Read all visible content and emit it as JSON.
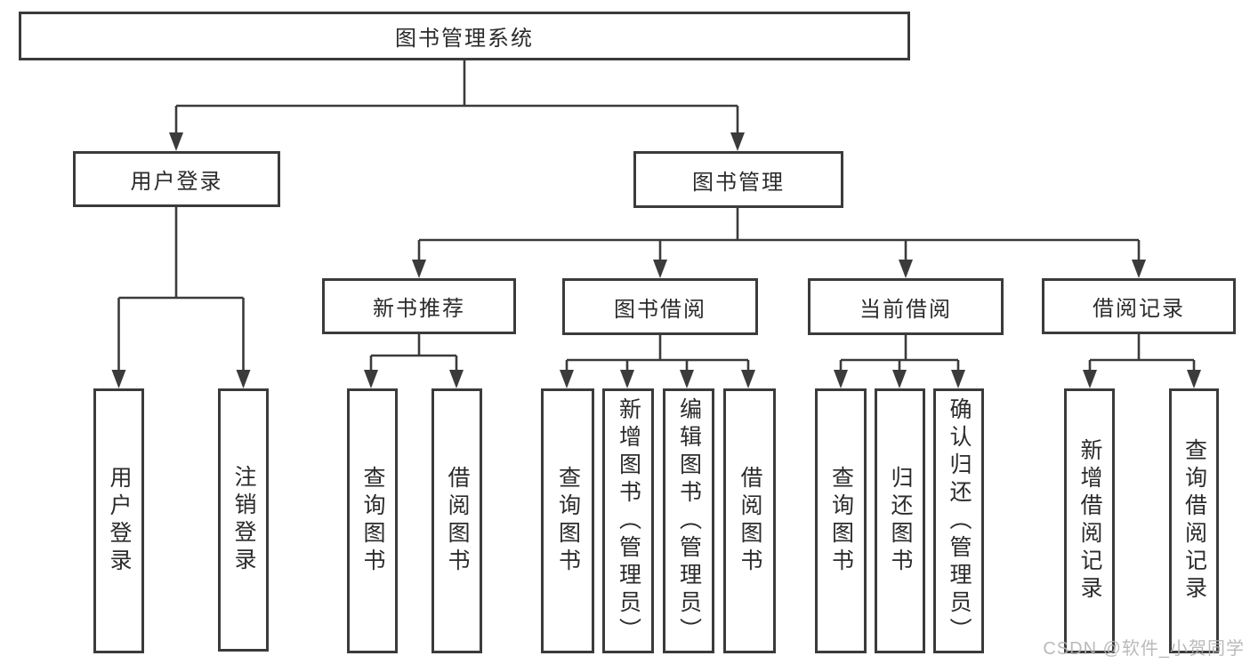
{
  "diagram": {
    "nodes": {
      "root": {
        "label": "图书管理系统"
      },
      "user_login": {
        "label": "用户登录"
      },
      "book_mgmt": {
        "label": "图书管理"
      },
      "new_book_rec": {
        "label": "新书推荐"
      },
      "book_borrow": {
        "label": "图书借阅"
      },
      "current_borrow": {
        "label": "当前借阅"
      },
      "borrow_record": {
        "label": "借阅记录"
      },
      "leaf_user_login": {
        "label": "用户登录"
      },
      "leaf_logout": {
        "label": "注销登录"
      },
      "nb_query": {
        "label": "查询图书"
      },
      "nb_borrow": {
        "label": "借阅图书"
      },
      "bb_query": {
        "label": "查询图书"
      },
      "bb_add": {
        "label": "新增图书（管理员）"
      },
      "bb_edit": {
        "label": "编辑图书（管理员）"
      },
      "bb_borrow": {
        "label": "借阅图书"
      },
      "cb_query": {
        "label": "查询图书"
      },
      "cb_return": {
        "label": "归还图书"
      },
      "cb_confirm": {
        "label": "确认归还（管理员）"
      },
      "br_add": {
        "label": "新增借阅记录"
      },
      "br_query": {
        "label": "查询借阅记录"
      }
    }
  },
  "watermark": {
    "text": "CSDN @软件_小贺同学"
  },
  "colors": {
    "line": "#3b3b3b",
    "background": "#ffffff",
    "text": "#2b2b2b",
    "watermark": "#b3b3b3"
  }
}
